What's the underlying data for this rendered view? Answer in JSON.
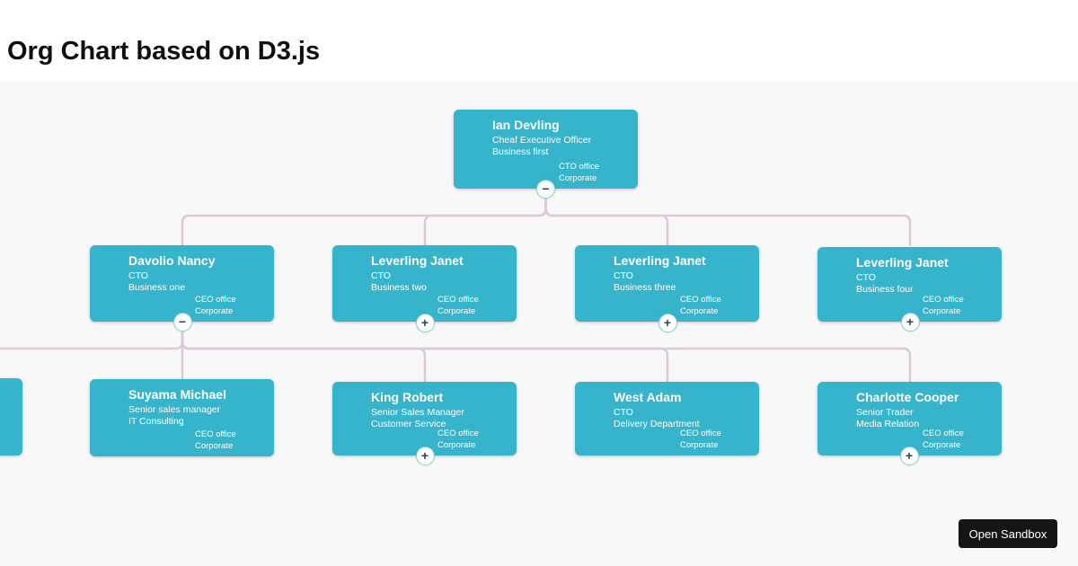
{
  "page": {
    "title": "Org Chart based on D3.js"
  },
  "colors": {
    "card": "#35b4cb",
    "connector": "#ddc8db",
    "panelBg": "#f8f8f8",
    "btnSymbol": "#2d3f63",
    "btnBorder": "#86cfcc",
    "sandboxBg": "#151515",
    "sandboxText": "#ffffff"
  },
  "sandbox_button": {
    "label": "Open Sandbox"
  },
  "org": {
    "nodes": [
      {
        "name": "Ian Devling",
        "title": "Cheaf Executive Officer",
        "department": "Business first",
        "office": "CTO office",
        "area": "Corporate",
        "button_symbol": "−"
      },
      {
        "name": "Davolio Nancy",
        "title": "CTO",
        "department": "Business one",
        "office": "CEO office",
        "area": "Corporate",
        "button_symbol": "−"
      },
      {
        "name": "Leverling Janet",
        "title": "CTO",
        "department": "Business two",
        "office": "CEO office",
        "area": "Corporate",
        "button_symbol": "+"
      },
      {
        "name": "Leverling Janet",
        "title": "CTO",
        "department": "Business three",
        "office": "CEO office",
        "area": "Corporate",
        "button_symbol": "+"
      },
      {
        "name": "Leverling Janet",
        "title": "CTO",
        "department": "Business four",
        "office": "CEO office",
        "area": "Corporate",
        "button_symbol": "+"
      },
      {
        "name": "",
        "title": "",
        "department": "",
        "office": "",
        "area": "",
        "button_symbol": ""
      },
      {
        "name": "Suyama Michael",
        "title": "Senior sales manager",
        "department": "IT Consulting",
        "office": "CEO office",
        "area": "Corporate",
        "button_symbol": ""
      },
      {
        "name": "King Robert",
        "title": "Senior Sales Manager",
        "department": "Customer Service",
        "office": "CEO office",
        "area": "Corporate",
        "button_symbol": "+"
      },
      {
        "name": "West Adam",
        "title": "CTO",
        "department": "Delivery Department",
        "office": "CEO office",
        "area": "Corporate",
        "button_symbol": ""
      },
      {
        "name": "Charlotte Cooper",
        "title": "Senior Trader",
        "department": "Media Relation",
        "office": "CEO office",
        "area": "Corporate",
        "button_symbol": "+"
      }
    ]
  }
}
